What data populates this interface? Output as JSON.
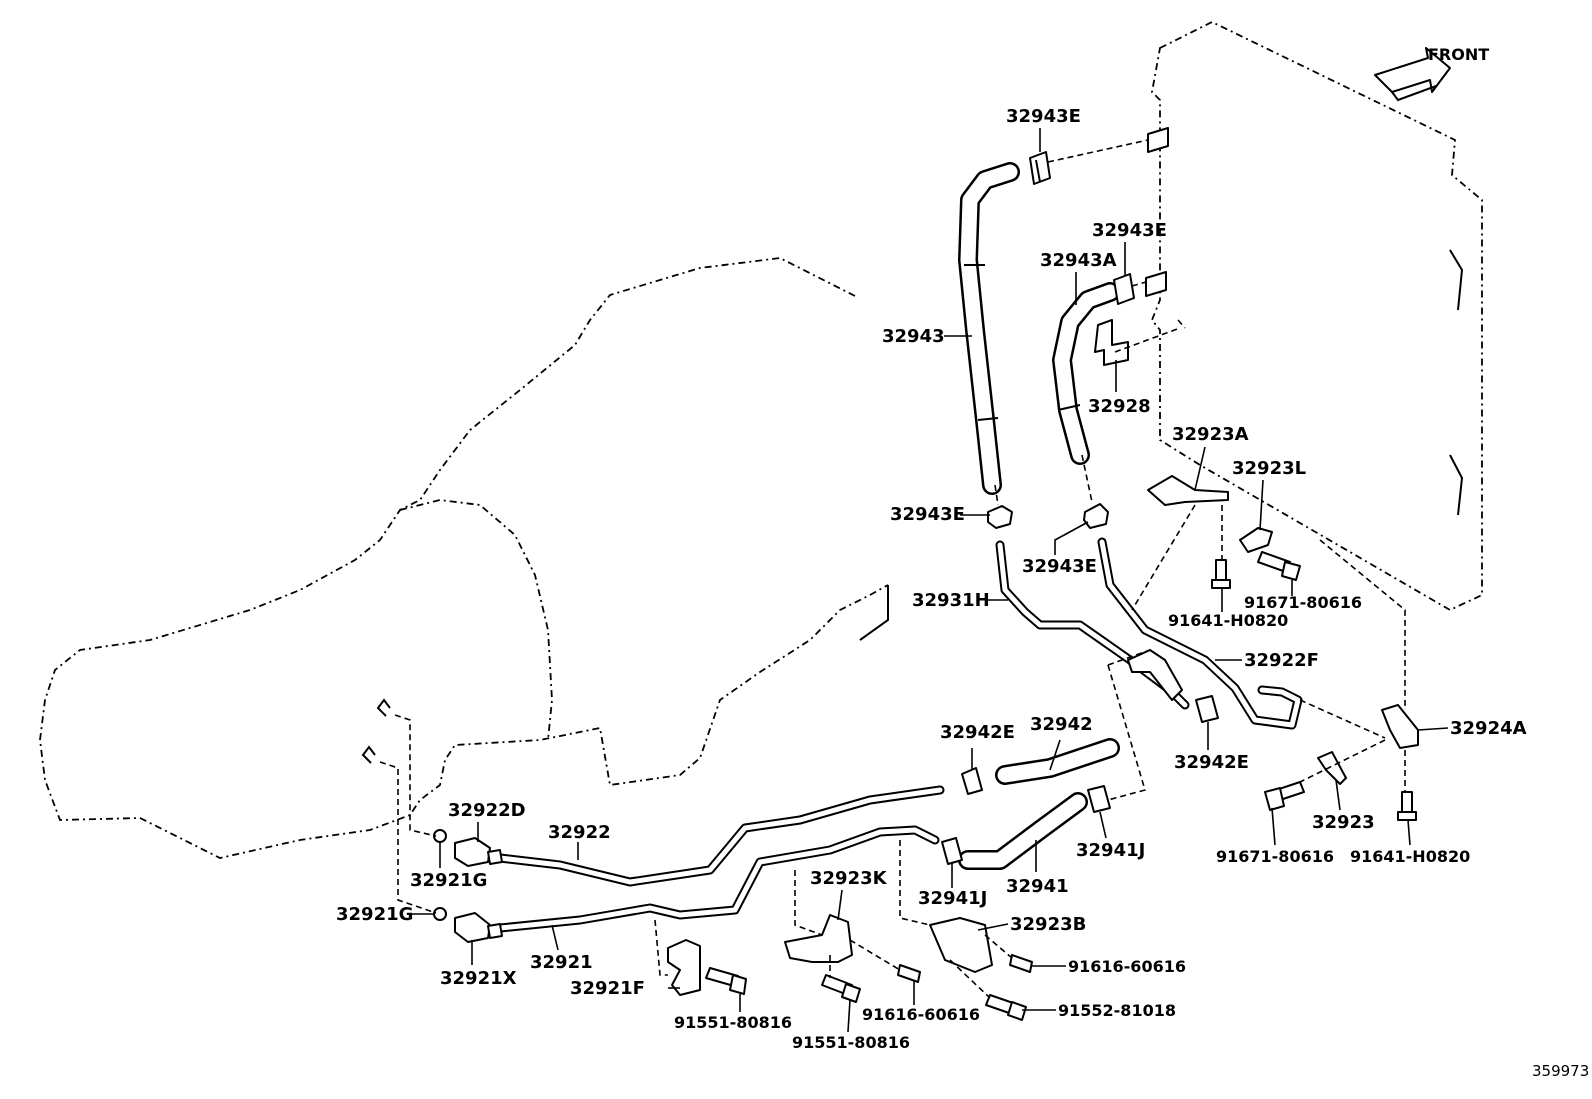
{
  "diagram": {
    "direction_label": "FRONT",
    "reference_number": "359973",
    "labels": [
      {
        "id": "l-32943E-top",
        "text": "32943E"
      },
      {
        "id": "l-32943E-mid",
        "text": "32943E"
      },
      {
        "id": "l-32943A",
        "text": "32943A"
      },
      {
        "id": "l-32943",
        "text": "32943"
      },
      {
        "id": "l-32928",
        "text": "32928"
      },
      {
        "id": "l-32923A",
        "text": "32923A"
      },
      {
        "id": "l-32923L",
        "text": "32923L"
      },
      {
        "id": "l-32943E-left",
        "text": "32943E"
      },
      {
        "id": "l-32943E-low",
        "text": "32943E"
      },
      {
        "id": "l-32931H",
        "text": "32931H"
      },
      {
        "id": "l-91641-H0820-a",
        "text": "91641-H0820"
      },
      {
        "id": "l-91671-80616-a",
        "text": "91671-80616"
      },
      {
        "id": "l-32922F",
        "text": "32922F"
      },
      {
        "id": "l-32942E-left",
        "text": "32942E"
      },
      {
        "id": "l-32942",
        "text": "32942"
      },
      {
        "id": "l-32942E-right",
        "text": "32942E"
      },
      {
        "id": "l-32924A",
        "text": "32924A"
      },
      {
        "id": "l-32922D",
        "text": "32922D"
      },
      {
        "id": "l-32922",
        "text": "32922"
      },
      {
        "id": "l-32941J-right",
        "text": "32941J"
      },
      {
        "id": "l-32923",
        "text": "32923"
      },
      {
        "id": "l-32921G-a",
        "text": "32921G"
      },
      {
        "id": "l-32923K",
        "text": "32923K"
      },
      {
        "id": "l-32941J-mid",
        "text": "32941J"
      },
      {
        "id": "l-32941",
        "text": "32941"
      },
      {
        "id": "l-91671-80616-b",
        "text": "91671-80616"
      },
      {
        "id": "l-91641-H0820-b",
        "text": "91641-H0820"
      },
      {
        "id": "l-32921G-b",
        "text": "32921G"
      },
      {
        "id": "l-32923B",
        "text": "32923B"
      },
      {
        "id": "l-32921",
        "text": "32921"
      },
      {
        "id": "l-32921X",
        "text": "32921X"
      },
      {
        "id": "l-91616-60616-a",
        "text": "91616-60616"
      },
      {
        "id": "l-32921F",
        "text": "32921F"
      },
      {
        "id": "l-91551-80816-a",
        "text": "91551-80816"
      },
      {
        "id": "l-91616-60616-b",
        "text": "91616-60616"
      },
      {
        "id": "l-91552-81018",
        "text": "91552-81018"
      },
      {
        "id": "l-91551-80816-b",
        "text": "91551-80816"
      }
    ]
  }
}
